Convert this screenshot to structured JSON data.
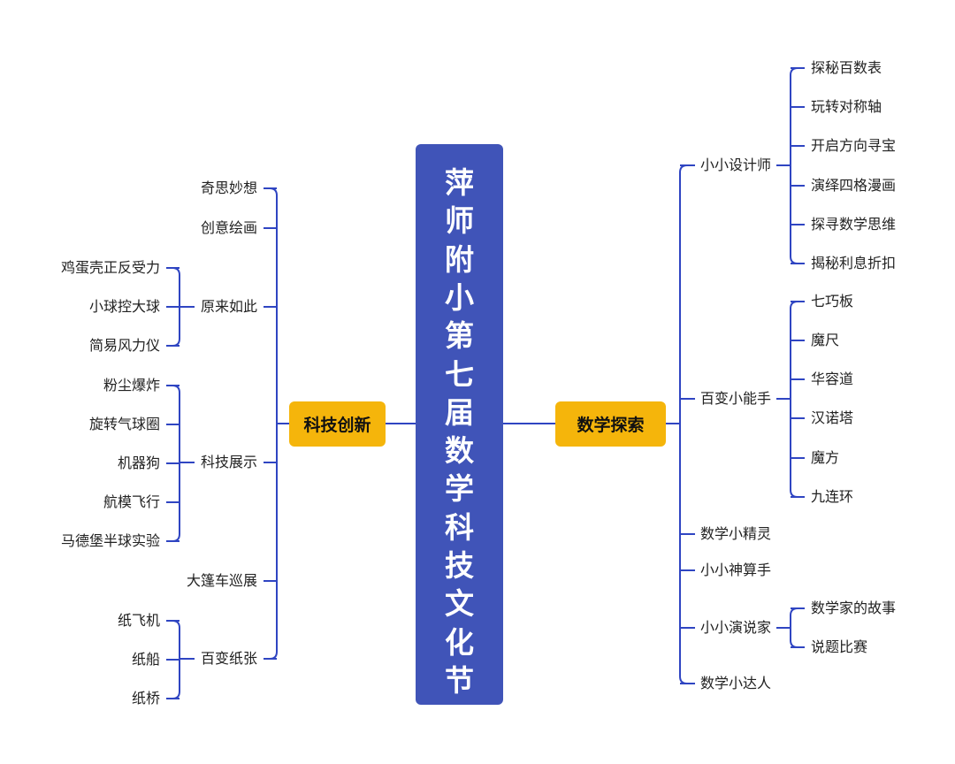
{
  "center_title": "萍师附小第七届数学科技文化节",
  "colors": {
    "center": "#4054b8",
    "branch": "#f5b50b",
    "line": "#2f45c2"
  },
  "left": {
    "label": "科技创新",
    "items": [
      {
        "label": "奇思妙想"
      },
      {
        "label": "创意绘画"
      },
      {
        "label": "原来如此",
        "children": [
          "鸡蛋壳正反受力",
          "小球控大球",
          "简易风力仪"
        ]
      },
      {
        "label": "科技展示",
        "children": [
          "粉尘爆炸",
          "旋转气球圈",
          "机器狗",
          "航模飞行",
          "马德堡半球实验"
        ]
      },
      {
        "label": "大篷车巡展"
      },
      {
        "label": "百变纸张",
        "children": [
          "纸飞机",
          "纸船",
          "纸桥"
        ]
      }
    ]
  },
  "right": {
    "label": "数学探索",
    "items": [
      {
        "label": "小小设计师",
        "children": [
          "探秘百数表",
          "玩转对称轴",
          "开启方向寻宝",
          "演绎四格漫画",
          "探寻数学思维",
          "揭秘利息折扣"
        ]
      },
      {
        "label": "百变小能手",
        "children": [
          "七巧板",
          "魔尺",
          "华容道",
          "汉诺塔",
          "魔方",
          "九连环"
        ]
      },
      {
        "label": "数学小精灵"
      },
      {
        "label": "小小神算手"
      },
      {
        "label": "小小演说家",
        "children": [
          "数学家的故事",
          "说题比赛"
        ]
      },
      {
        "label": "数学小达人"
      }
    ]
  }
}
